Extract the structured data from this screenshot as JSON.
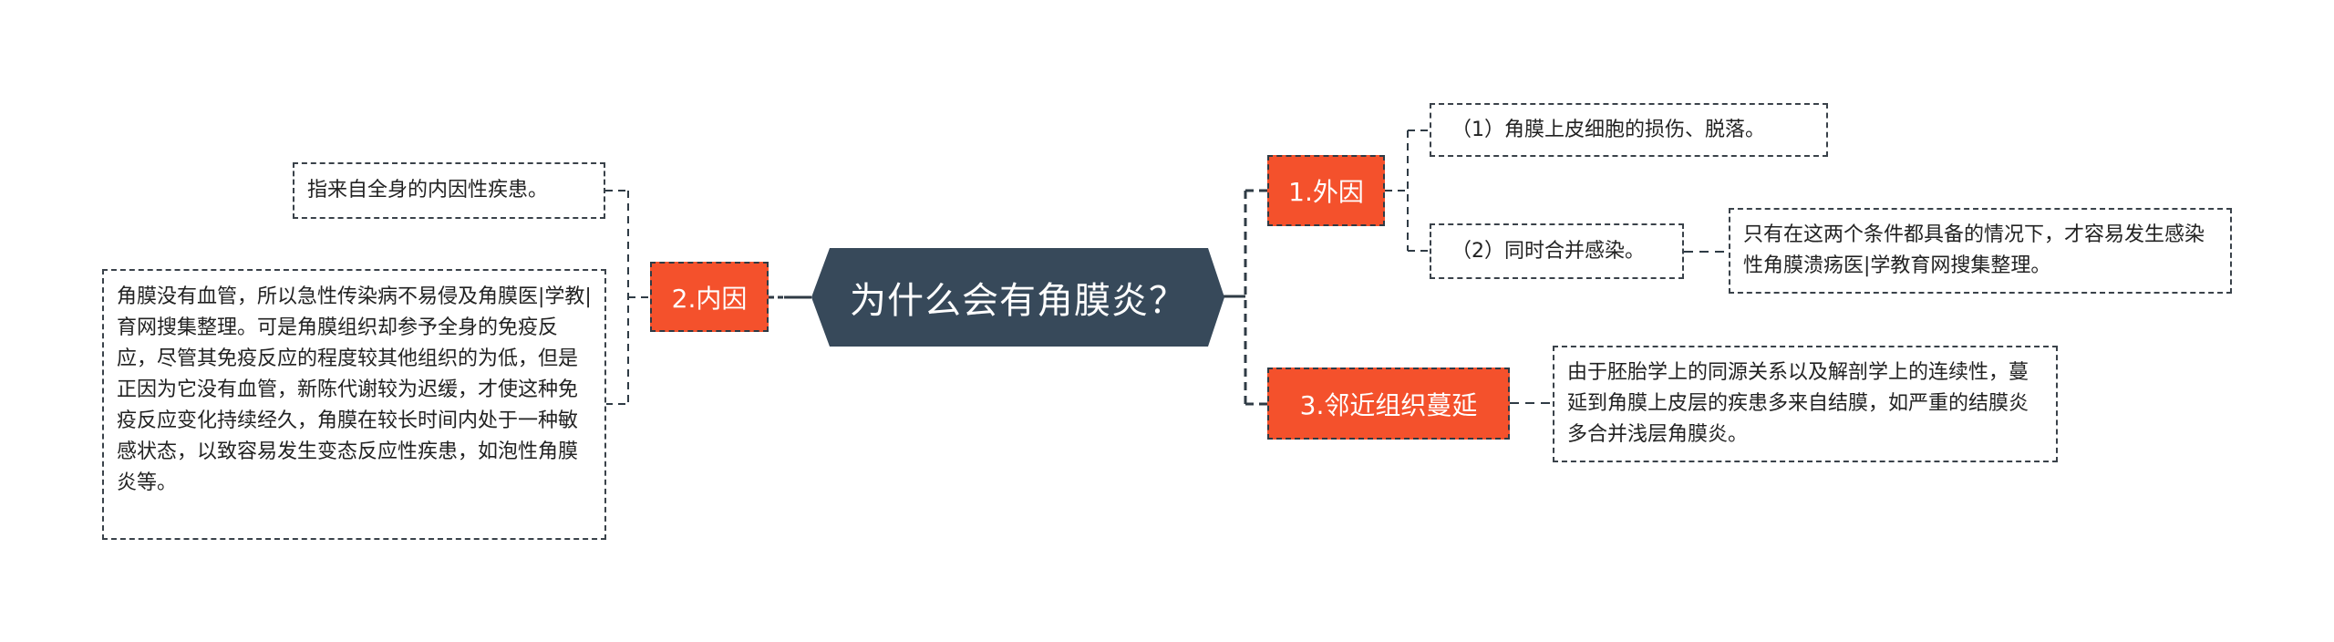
{
  "root": {
    "label": "为什么会有角膜炎？",
    "color": "#37495A"
  },
  "accent_color": "#F4512C",
  "branches": {
    "internal": {
      "label": "2.内因",
      "children": [
        {
          "text": "指来自全身的内因性疾患。"
        },
        {
          "text": "角膜没有血管，所以急性传染病不易侵及角膜医|学教|育网搜集整理。可是角膜组织却参予全身的免疫反应，尽管其免疫反应的程度较其他组织的为低，但是正因为它没有血管，新陈代谢较为迟缓，才使这种免疫反应变化持续经久，角膜在较长时间内处于一种敏感状态，以致容易发生变态反应性疾患，如泡性角膜炎等。"
        }
      ]
    },
    "external": {
      "label": "1.外因",
      "children": [
        {
          "text": "（1）角膜上皮细胞的损伤、脱落。"
        },
        {
          "text": "（2）同时合并感染。",
          "children": [
            {
              "text": "只有在这两个条件都具备的情况下，才容易发生感染性角膜溃疡医|学教育网搜集整理。"
            }
          ]
        }
      ]
    },
    "adjacent": {
      "label": "3.邻近组织蔓延",
      "children": [
        {
          "text": "由于胚胎学上的同源关系以及解剖学上的连续性，蔓延到角膜上皮层的疾患多来自结膜，如严重的结膜炎多合并浅层角膜炎。"
        }
      ]
    }
  }
}
